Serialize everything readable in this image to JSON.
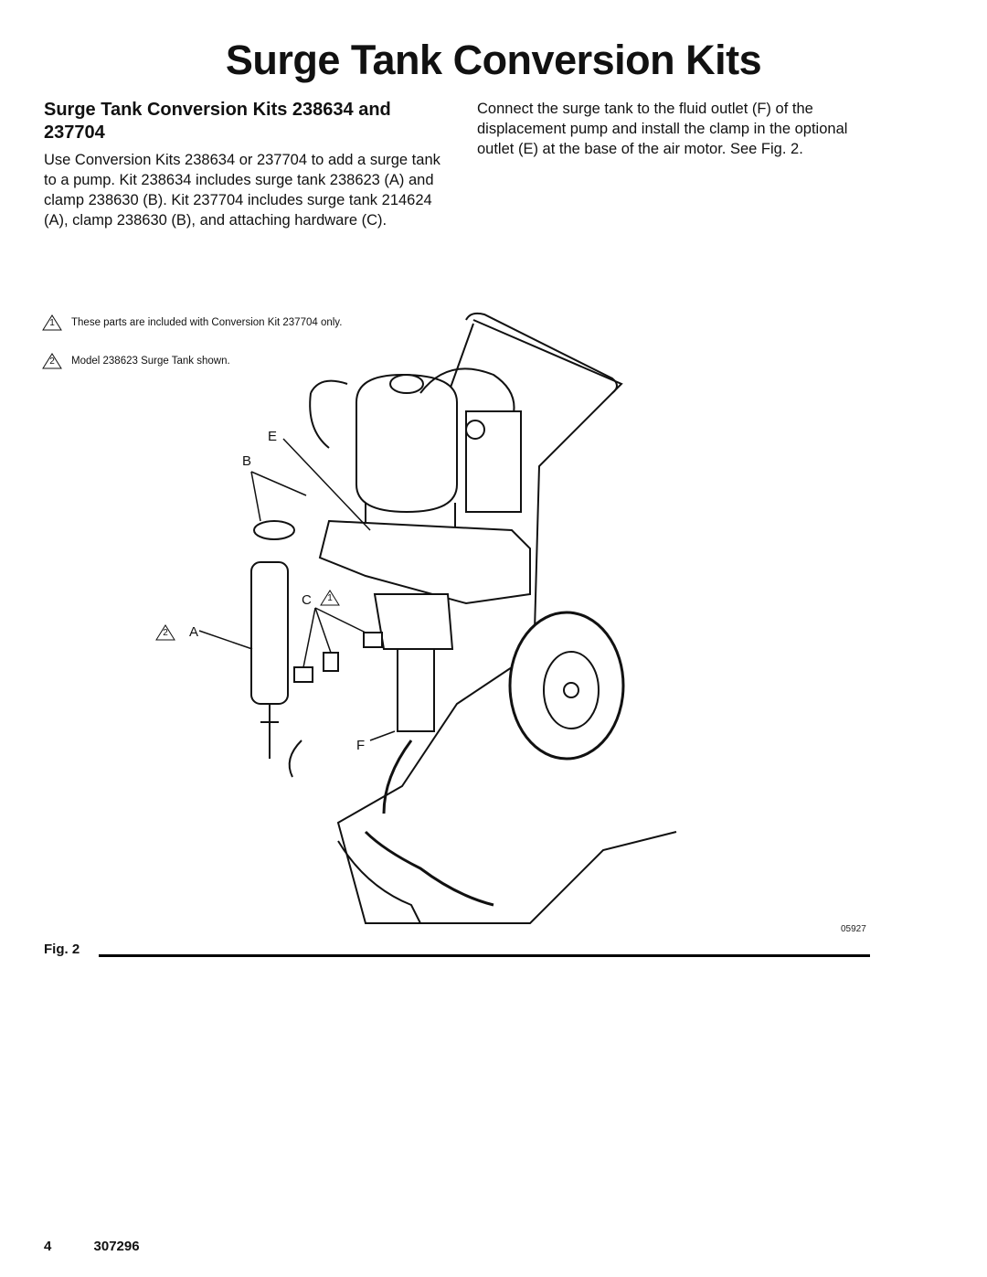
{
  "page": {
    "title": "Surge Tank Conversion Kits",
    "section_heading": "Surge Tank Conversion Kits 238634 and 237704",
    "paragraph_left": "Use Conversion Kits 238634 or 237704 to add a surge tank to a pump. Kit 238634 includes surge tank 238623 (A) and clamp 238630 (B). Kit 237704 includes surge tank 214624 (A), clamp 238630 (B), and attaching hardware (C).",
    "paragraph_right": "Connect the surge tank to the fluid outlet (F) of the displacement pump and install the clamp in the optional outlet (E) at the base of the air motor. See Fig. 2."
  },
  "figure": {
    "notes": [
      {
        "marker": "1",
        "text": "These parts are included with Conversion Kit 237704 only."
      },
      {
        "marker": "2",
        "text": "Model 238623 Surge Tank shown."
      }
    ],
    "callouts": {
      "E": "E",
      "B": "B",
      "C": "C",
      "A": "A",
      "F": "F",
      "c_marker": "1",
      "a_marker": "2"
    },
    "drawing_number": "05927",
    "caption": "Fig. 2"
  },
  "footer": {
    "page_number": "4",
    "doc_number": "307296"
  }
}
